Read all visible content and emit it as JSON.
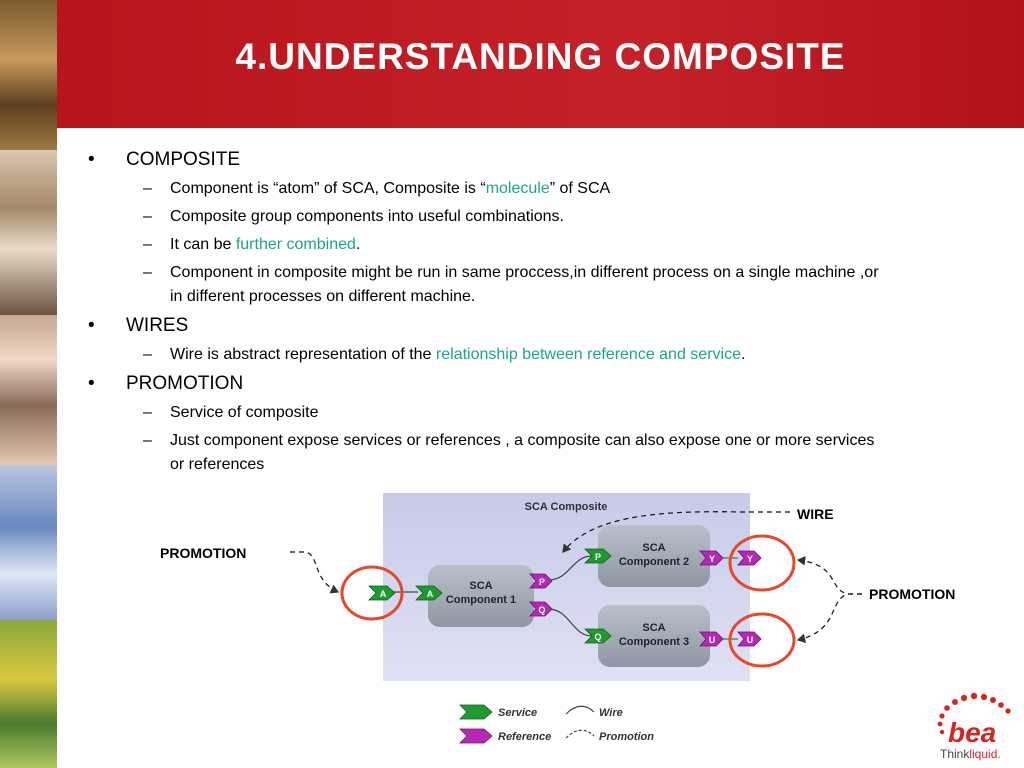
{
  "slide": {
    "title": "4.UNDERSTANDING COMPOSITE"
  },
  "bullets": [
    {
      "text": "COMPOSITE",
      "sub": [
        {
          "parts": [
            "Component is ",
            "“atom”",
            " of SCA, Composite is ",
            "“",
            "molecule",
            "”",
            " of SCA"
          ]
        },
        {
          "parts": [
            "Composite group components into useful combinations."
          ]
        },
        {
          "parts": [
            "It can be ",
            "further combined",
            "."
          ]
        },
        {
          "parts": [
            "Component in composite might be run in same proccess,in different process on a single machine ,or in different processes on different machine."
          ]
        }
      ]
    },
    {
      "text": "WIRES",
      "sub": [
        {
          "parts": [
            "Wire is abstract representation of the ",
            "relationship between reference and service",
            "."
          ]
        }
      ]
    },
    {
      "text": "PROMOTION",
      "sub": [
        {
          "parts": [
            "Service of composite"
          ]
        },
        {
          "parts": [
            "Just component expose services or references , a composite can also expose one or more services or references"
          ]
        }
      ]
    }
  ],
  "diagram": {
    "composite_title": "SCA Composite",
    "component1": {
      "line1": "SCA",
      "line2": "Component 1"
    },
    "component2": {
      "line1": "SCA",
      "line2": "Component 2"
    },
    "component3": {
      "line1": "SCA",
      "line2": "Component 3"
    },
    "tags": {
      "a": "A",
      "p": "P",
      "q": "Q",
      "y": "Y",
      "u": "U"
    },
    "callouts": {
      "wire": "WIRE",
      "promotion_left": "PROMOTION",
      "promotion_right": "PROMOTION"
    },
    "legend": {
      "service": "Service",
      "reference": "Reference",
      "wire": "Wire",
      "promotion": "Promotion"
    },
    "colors": {
      "service": "#1e9b2e",
      "reference": "#b428b4",
      "highlight_circle": "#e8482a",
      "composite_bg": "#cfd3ee",
      "component_bg": "#9aa3b0"
    }
  },
  "logo": {
    "brand": "bea",
    "tagline_1": "Think",
    "tagline_2": "liquid."
  }
}
